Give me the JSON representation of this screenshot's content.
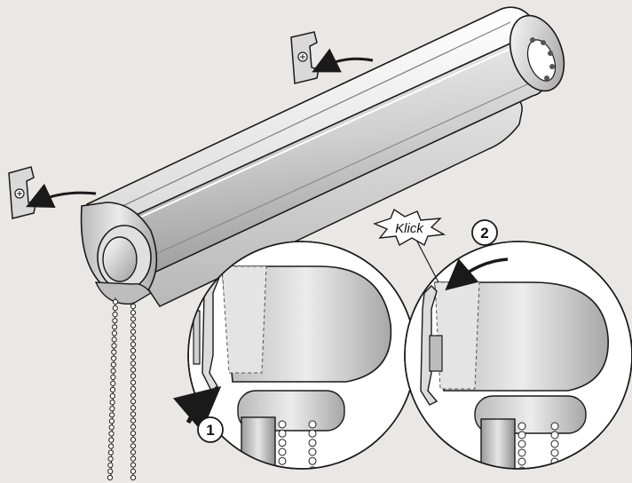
{
  "labels": {
    "klick": "Klick",
    "step_1": "1",
    "step_2": "2"
  },
  "colors": {
    "background": "#e9e8e4",
    "outline": "#1a1a1a",
    "metal_light": "#f2f2f2",
    "metal_mid": "#c9c9c9",
    "metal_dark": "#8c8c8c",
    "detail_circle": "#ffffff"
  },
  "icons": [
    "wall-bracket-icon",
    "arrow-icon",
    "starburst-icon"
  ]
}
